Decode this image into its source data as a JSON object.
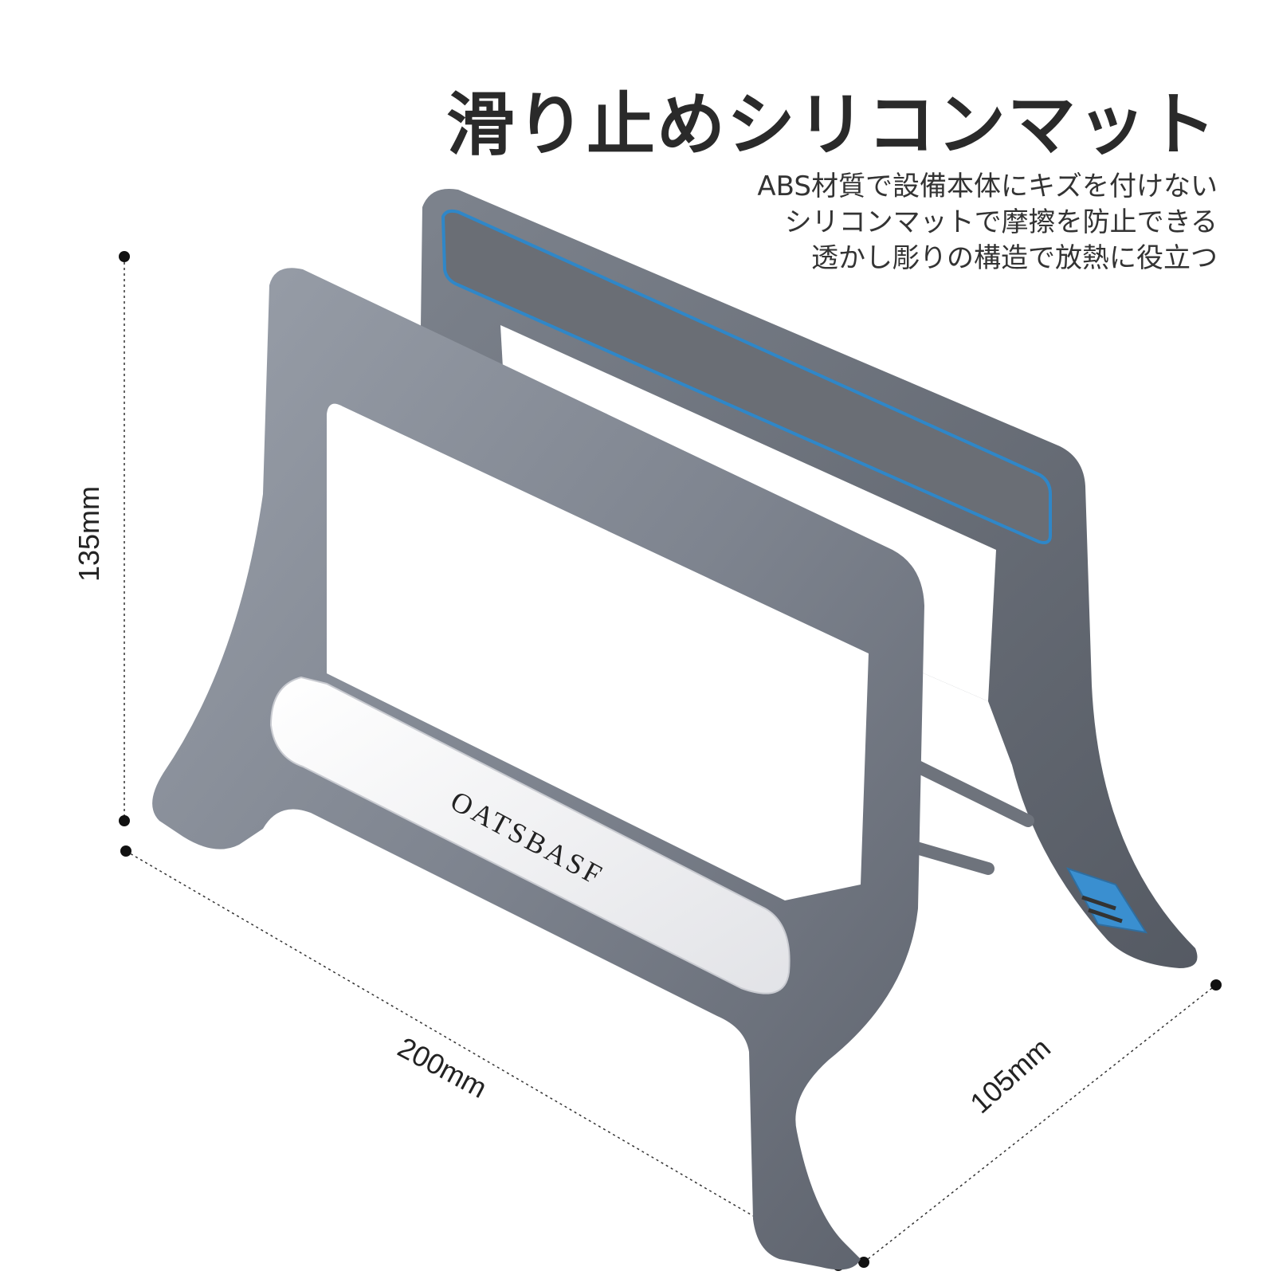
{
  "header": {
    "title": "滑り止めシリコンマット"
  },
  "features": [
    "ABS材質で設備本体にキズを付けない",
    "シリコンマットで摩擦を防止できる",
    "透かし彫りの構造で放熱に役立つ"
  ],
  "dimensions": {
    "height": "135mm",
    "width": "200mm",
    "depth": "105mm"
  },
  "product": {
    "brand": "OATSBASF",
    "body_color": "#7b808b",
    "pad_color": "#2f87c8",
    "label_color": "#f4f4f6"
  }
}
